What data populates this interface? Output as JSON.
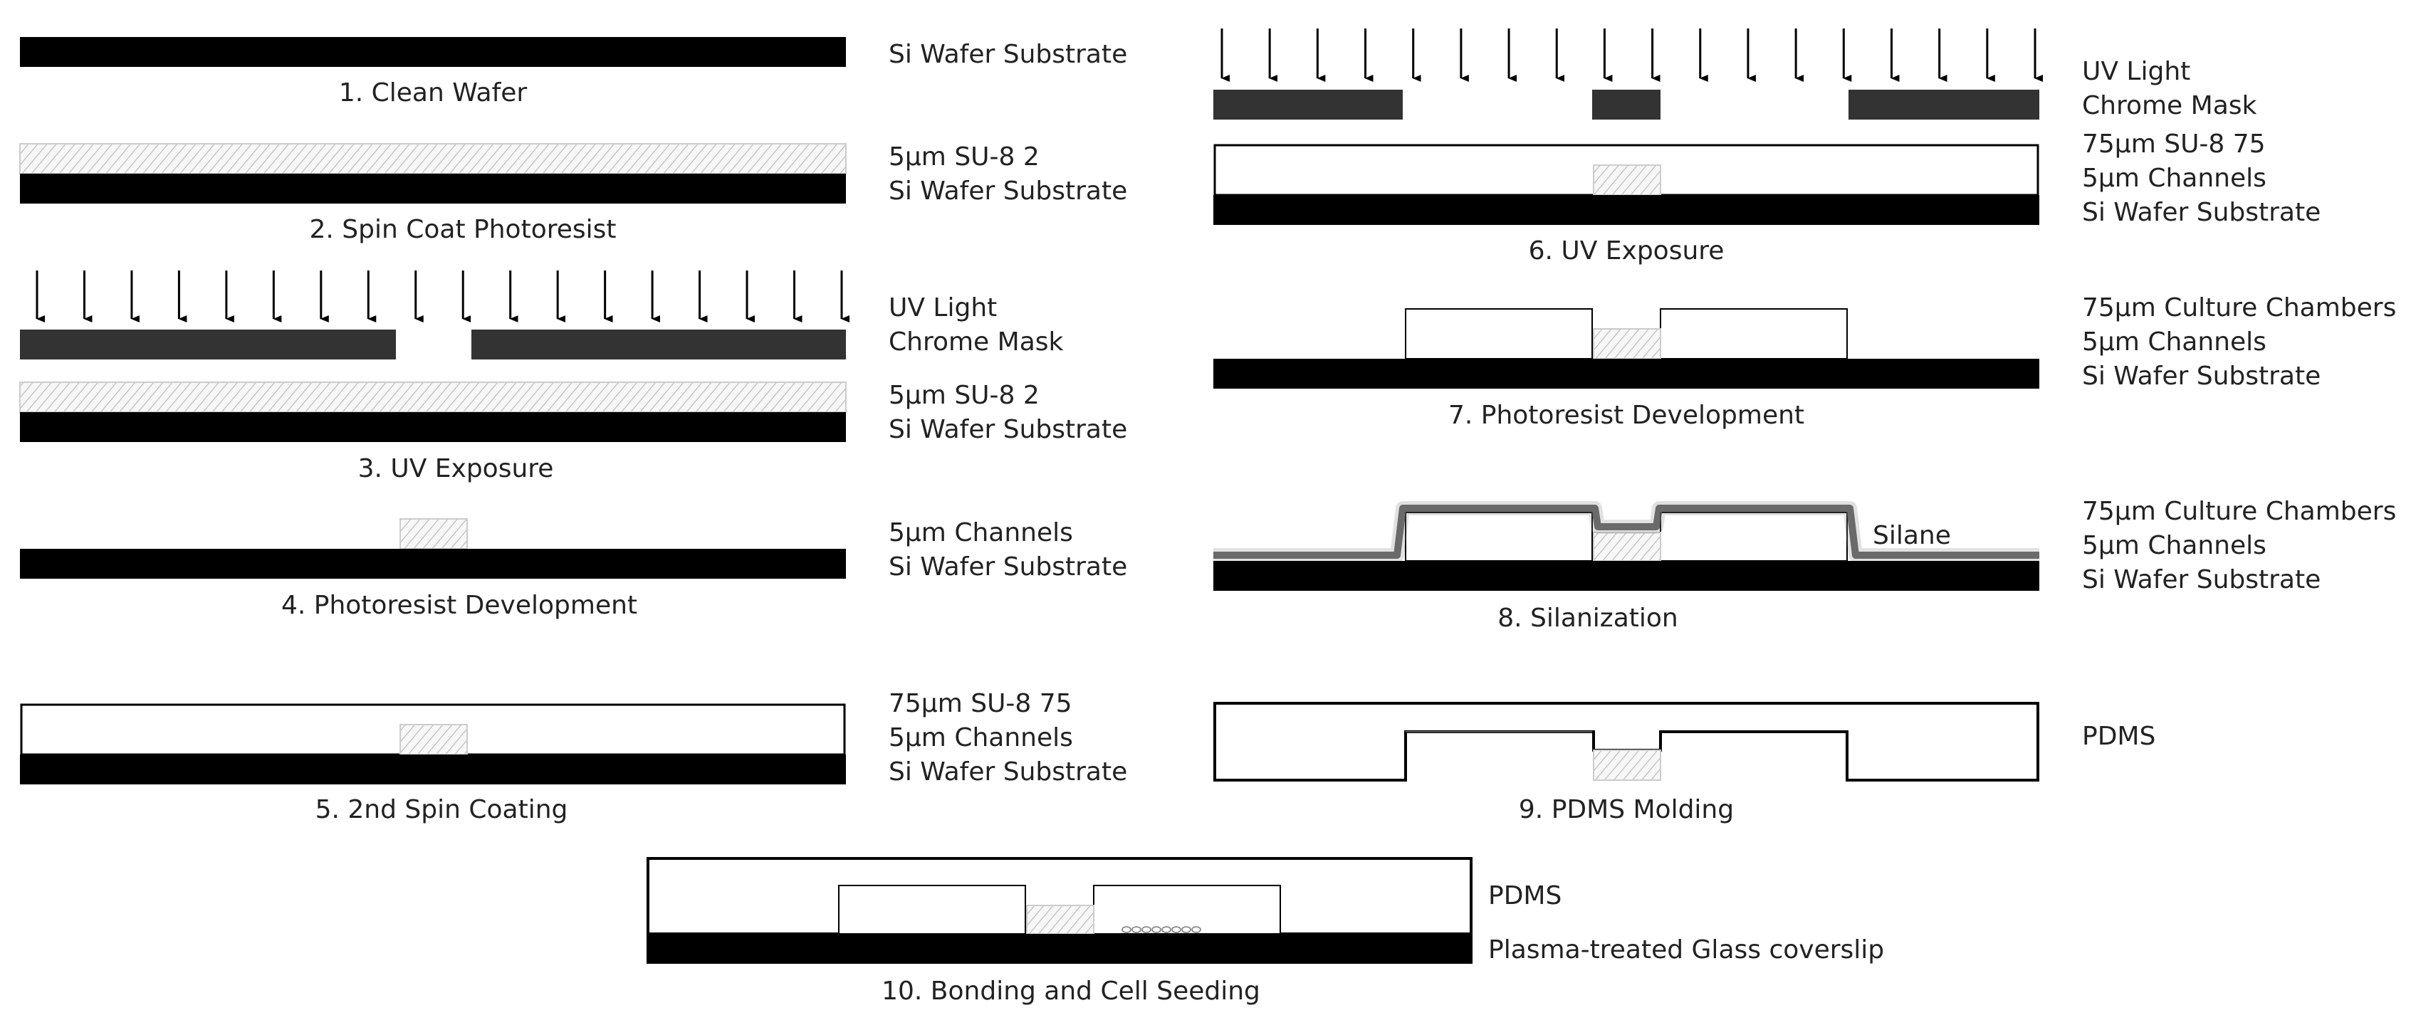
{
  "colors": {
    "wafer": "#000000",
    "mask": "#333333",
    "resist_hatch": "#bbbbbb",
    "text": "#222222"
  },
  "steps": {
    "s1": {
      "caption": "1. Clean Wafer",
      "labels": [
        "Si Wafer Substrate"
      ]
    },
    "s2": {
      "caption": "2. Spin Coat Photoresist",
      "labels": [
        "5µm SU-8 2",
        "Si Wafer Substrate"
      ]
    },
    "s3": {
      "caption": "3. UV Exposure",
      "labels": [
        "UV Light",
        "Chrome Mask",
        "5µm SU-8 2",
        "Si Wafer Substrate"
      ]
    },
    "s4": {
      "caption": "4. Photoresist Development",
      "labels": [
        "5µm Channels",
        "Si Wafer Substrate"
      ]
    },
    "s5": {
      "caption": "5. 2nd Spin Coating",
      "labels": [
        "75µm SU-8 75",
        "5µm Channels",
        "Si Wafer Substrate"
      ]
    },
    "s6": {
      "caption": "6. UV Exposure",
      "labels": [
        "UV Light",
        "Chrome Mask",
        "75µm SU-8 75",
        "5µm Channels",
        "Si Wafer Substrate"
      ]
    },
    "s7": {
      "caption": "7. Photoresist Development",
      "labels": [
        "75µm Culture Chambers",
        "5µm Channels",
        "Si Wafer Substrate"
      ]
    },
    "s8": {
      "caption": "8. Silanization",
      "inline_label": "Silane",
      "labels": [
        "75µm Culture Chambers",
        "5µm Channels",
        "Si Wafer Substrate"
      ]
    },
    "s9": {
      "caption": "9. PDMS Molding",
      "labels": [
        "PDMS"
      ]
    },
    "s10": {
      "caption": "10. Bonding and Cell Seeding",
      "labels": [
        "PDMS",
        "Plasma-treated Glass coverslip"
      ]
    }
  }
}
